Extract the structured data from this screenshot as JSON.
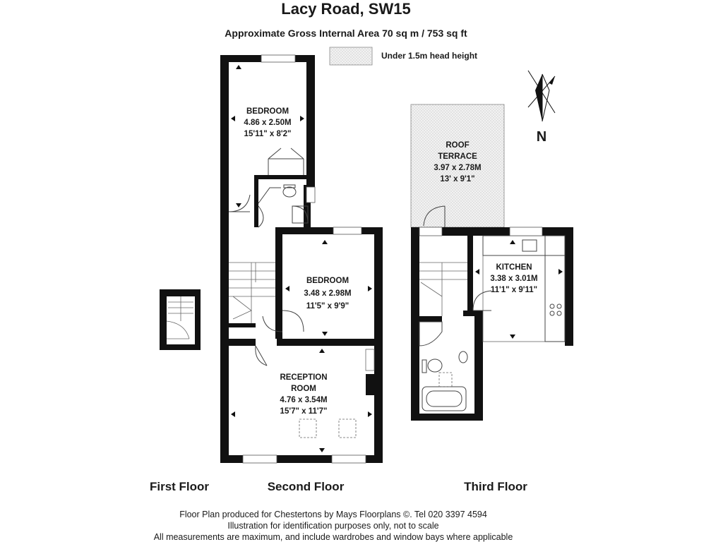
{
  "header": {
    "title": "Lacy Road, SW15",
    "area": "Approximate Gross Internal Area 70 sq m  /  753 sq ft"
  },
  "legend": {
    "label": "Under 1.5m head height"
  },
  "compass": {
    "label": "N"
  },
  "rooms": {
    "bedroom1": {
      "name": "BEDROOM",
      "metric": "4.86 x 2.50M",
      "imperial": "15'11\" x 8'2\""
    },
    "bedroom2": {
      "name": "BEDROOM",
      "metric": "3.48 x 2.98M",
      "imperial": "11'5\" x 9'9\""
    },
    "reception": {
      "name1": "RECEPTION",
      "name2": "ROOM",
      "metric": "4.76 x 3.54M",
      "imperial": "15'7\" x 11'7\""
    },
    "terrace": {
      "name1": "ROOF",
      "name2": "TERRACE",
      "metric": "3.97 x 2.78M",
      "imperial": "13' x 9'1\""
    },
    "kitchen": {
      "name": "KITCHEN",
      "metric": "3.38 x 3.01M",
      "imperial": "11'1\" x 9'11\""
    }
  },
  "floors": {
    "first": "First Floor",
    "second": "Second Floor",
    "third": "Third Floor"
  },
  "footer": {
    "line1": "Floor Plan produced for Chestertons by Mays Floorplans ©. Tel 020 3397 4594",
    "line2": "Illustration for identification purposes only, not to scale",
    "line3": "All measurements are maximum, and include wardrobes and window bays where applicable"
  }
}
